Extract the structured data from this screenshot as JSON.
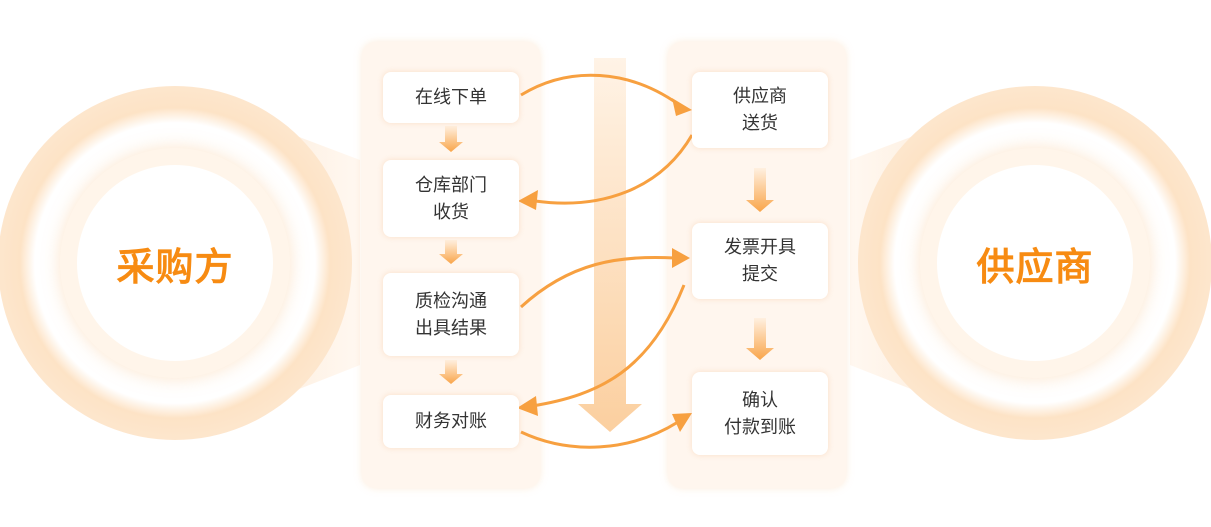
{
  "buyer": {
    "label": "采购方"
  },
  "supplier": {
    "label": "供应商"
  },
  "buyer_steps": [
    {
      "label": "在线下单"
    },
    {
      "label": "仓库部门\n收货"
    },
    {
      "label": "质检沟通\n出具结果"
    },
    {
      "label": "财务对账"
    }
  ],
  "supplier_steps": [
    {
      "label": "供应商\n送货"
    },
    {
      "label": "发票开具\n提交"
    },
    {
      "label": "确认\n付款到账"
    }
  ],
  "colors": {
    "accent": "#f78b12",
    "arrow": "#f7a040",
    "panel": "#fff6ee"
  }
}
